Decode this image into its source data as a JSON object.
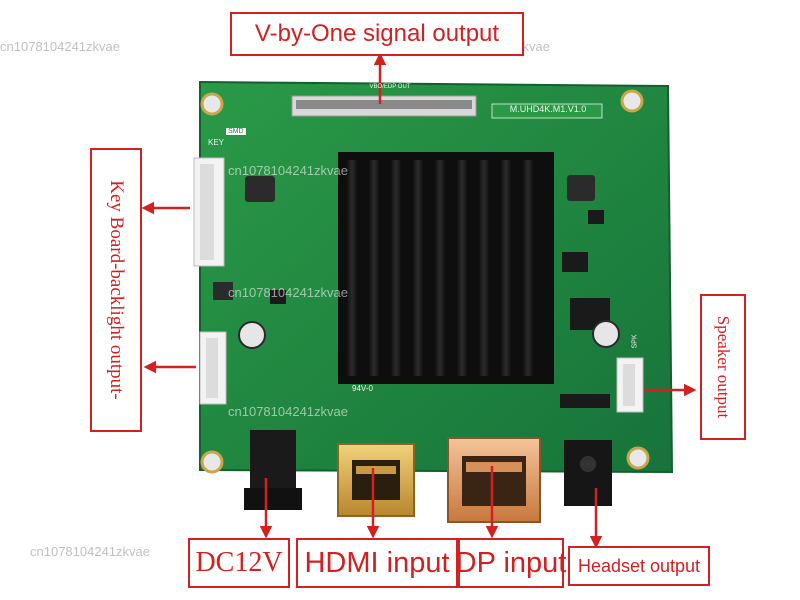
{
  "labels": {
    "vbyone": "V-by-One signal output",
    "keyboard": "Key Board-backlight output-",
    "speaker": "Speaker output",
    "dc12v": "DC12V",
    "hdmi": "HDMI input",
    "dp": "DP input",
    "headset": "Headset output"
  },
  "board": {
    "model": "M.UHD4K.M1.V1.0",
    "vbo_connector": "VBO/EDP OUT",
    "key_connector": "KEY",
    "speaker_connector": "SPK",
    "smd_mark": "SMD",
    "ul_mark": "94V-0"
  },
  "watermark": "cn1078104241zkvae",
  "colors": {
    "pcb": "#1f8a3c",
    "annotation": "#d42020",
    "heatsink": "#161616"
  }
}
